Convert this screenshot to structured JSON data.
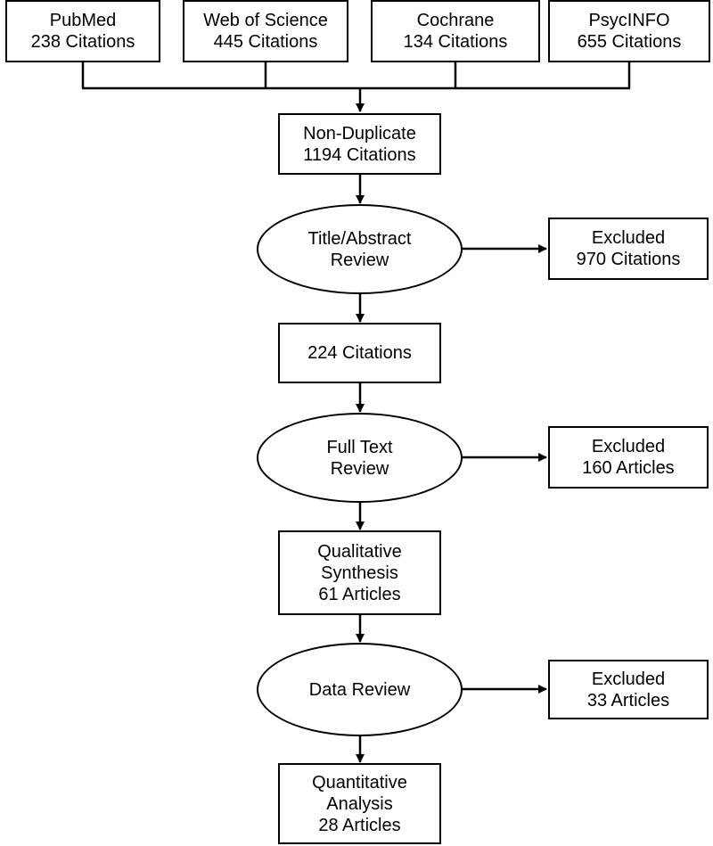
{
  "sources": [
    {
      "name": "PubMed",
      "count": "238 Citations"
    },
    {
      "name": "Web of Science",
      "count": "445 Citations"
    },
    {
      "name": "Cochrane",
      "count": "134 Citations"
    },
    {
      "name": "PsycINFO",
      "count": "655 Citations"
    }
  ],
  "non_duplicate": {
    "line1": "Non-Duplicate",
    "line2": "1194 Citations"
  },
  "title_abstract_review": {
    "line1": "Title/Abstract",
    "line2": "Review"
  },
  "excluded_1": {
    "line1": "Excluded",
    "line2": "970 Citations"
  },
  "after_screen": {
    "line1": "224 Citations"
  },
  "full_text_review": {
    "line1": "Full Text",
    "line2": "Review"
  },
  "excluded_2": {
    "line1": "Excluded",
    "line2": "160 Articles"
  },
  "qualitative": {
    "line1": "Qualitative",
    "line2": "Synthesis",
    "line3": "61 Articles"
  },
  "data_review": {
    "line1": "Data Review"
  },
  "excluded_3": {
    "line1": "Excluded",
    "line2": "33 Articles"
  },
  "quantitative": {
    "line1": "Quantitative",
    "line2": "Analysis",
    "line3": "28 Articles"
  }
}
